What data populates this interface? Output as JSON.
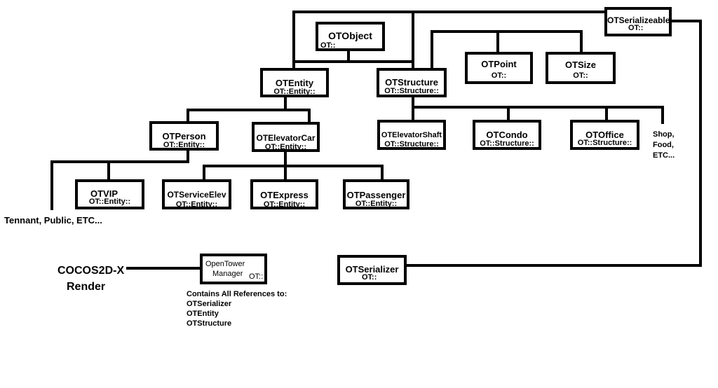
{
  "nodes": {
    "otobject": {
      "name": "OTObject",
      "ns": "OT::"
    },
    "otserializeable": {
      "name": "OTSerializeable",
      "ns": "OT::"
    },
    "otentity": {
      "name": "OTEntity",
      "ns": "OT::Entity::"
    },
    "otstructure": {
      "name": "OTStructure",
      "ns": "OT::Structure::"
    },
    "otpoint": {
      "name": "OTPoint",
      "ns": "OT::"
    },
    "otsize": {
      "name": "OTSize",
      "ns": "OT::"
    },
    "otperson": {
      "name": "OTPerson",
      "ns": "OT::Entity::"
    },
    "otelevatorcar": {
      "name": "OTElevatorCar",
      "ns": "OT::Entity::"
    },
    "otelevatorshaft": {
      "name": "OTElevatorShaft",
      "ns": "OT::Structure::"
    },
    "otcondo": {
      "name": "OTCondo",
      "ns": "OT::Structure::"
    },
    "otoffice": {
      "name": "OTOffice",
      "ns": "OT::Structure::"
    },
    "otvip": {
      "name": "OTVIP",
      "ns": "OT::Entity::"
    },
    "otserviceelev": {
      "name": "OTServiceElev",
      "ns": "OT::Entity::"
    },
    "otexpress": {
      "name": "OTExpress",
      "ns": "OT::Entity::"
    },
    "otpassenger": {
      "name": "OTPassenger",
      "ns": "OT::Entity::"
    },
    "otserializer": {
      "name": "OTSerializer",
      "ns": "OT::"
    },
    "opentower_manager": {
      "line1": "OpenTower",
      "line2": "Manager",
      "ns": "OT::"
    }
  },
  "notes": {
    "structure_more": [
      "Shop,",
      "Food,",
      "ETC..."
    ],
    "person_more": "Tennant, Public, ETC...",
    "renderer": [
      "COCOS2D-X",
      "Render"
    ],
    "manager_refs": [
      "Contains All References to:",
      "OTSerializer",
      "OTEntity",
      "OTStructure"
    ]
  }
}
